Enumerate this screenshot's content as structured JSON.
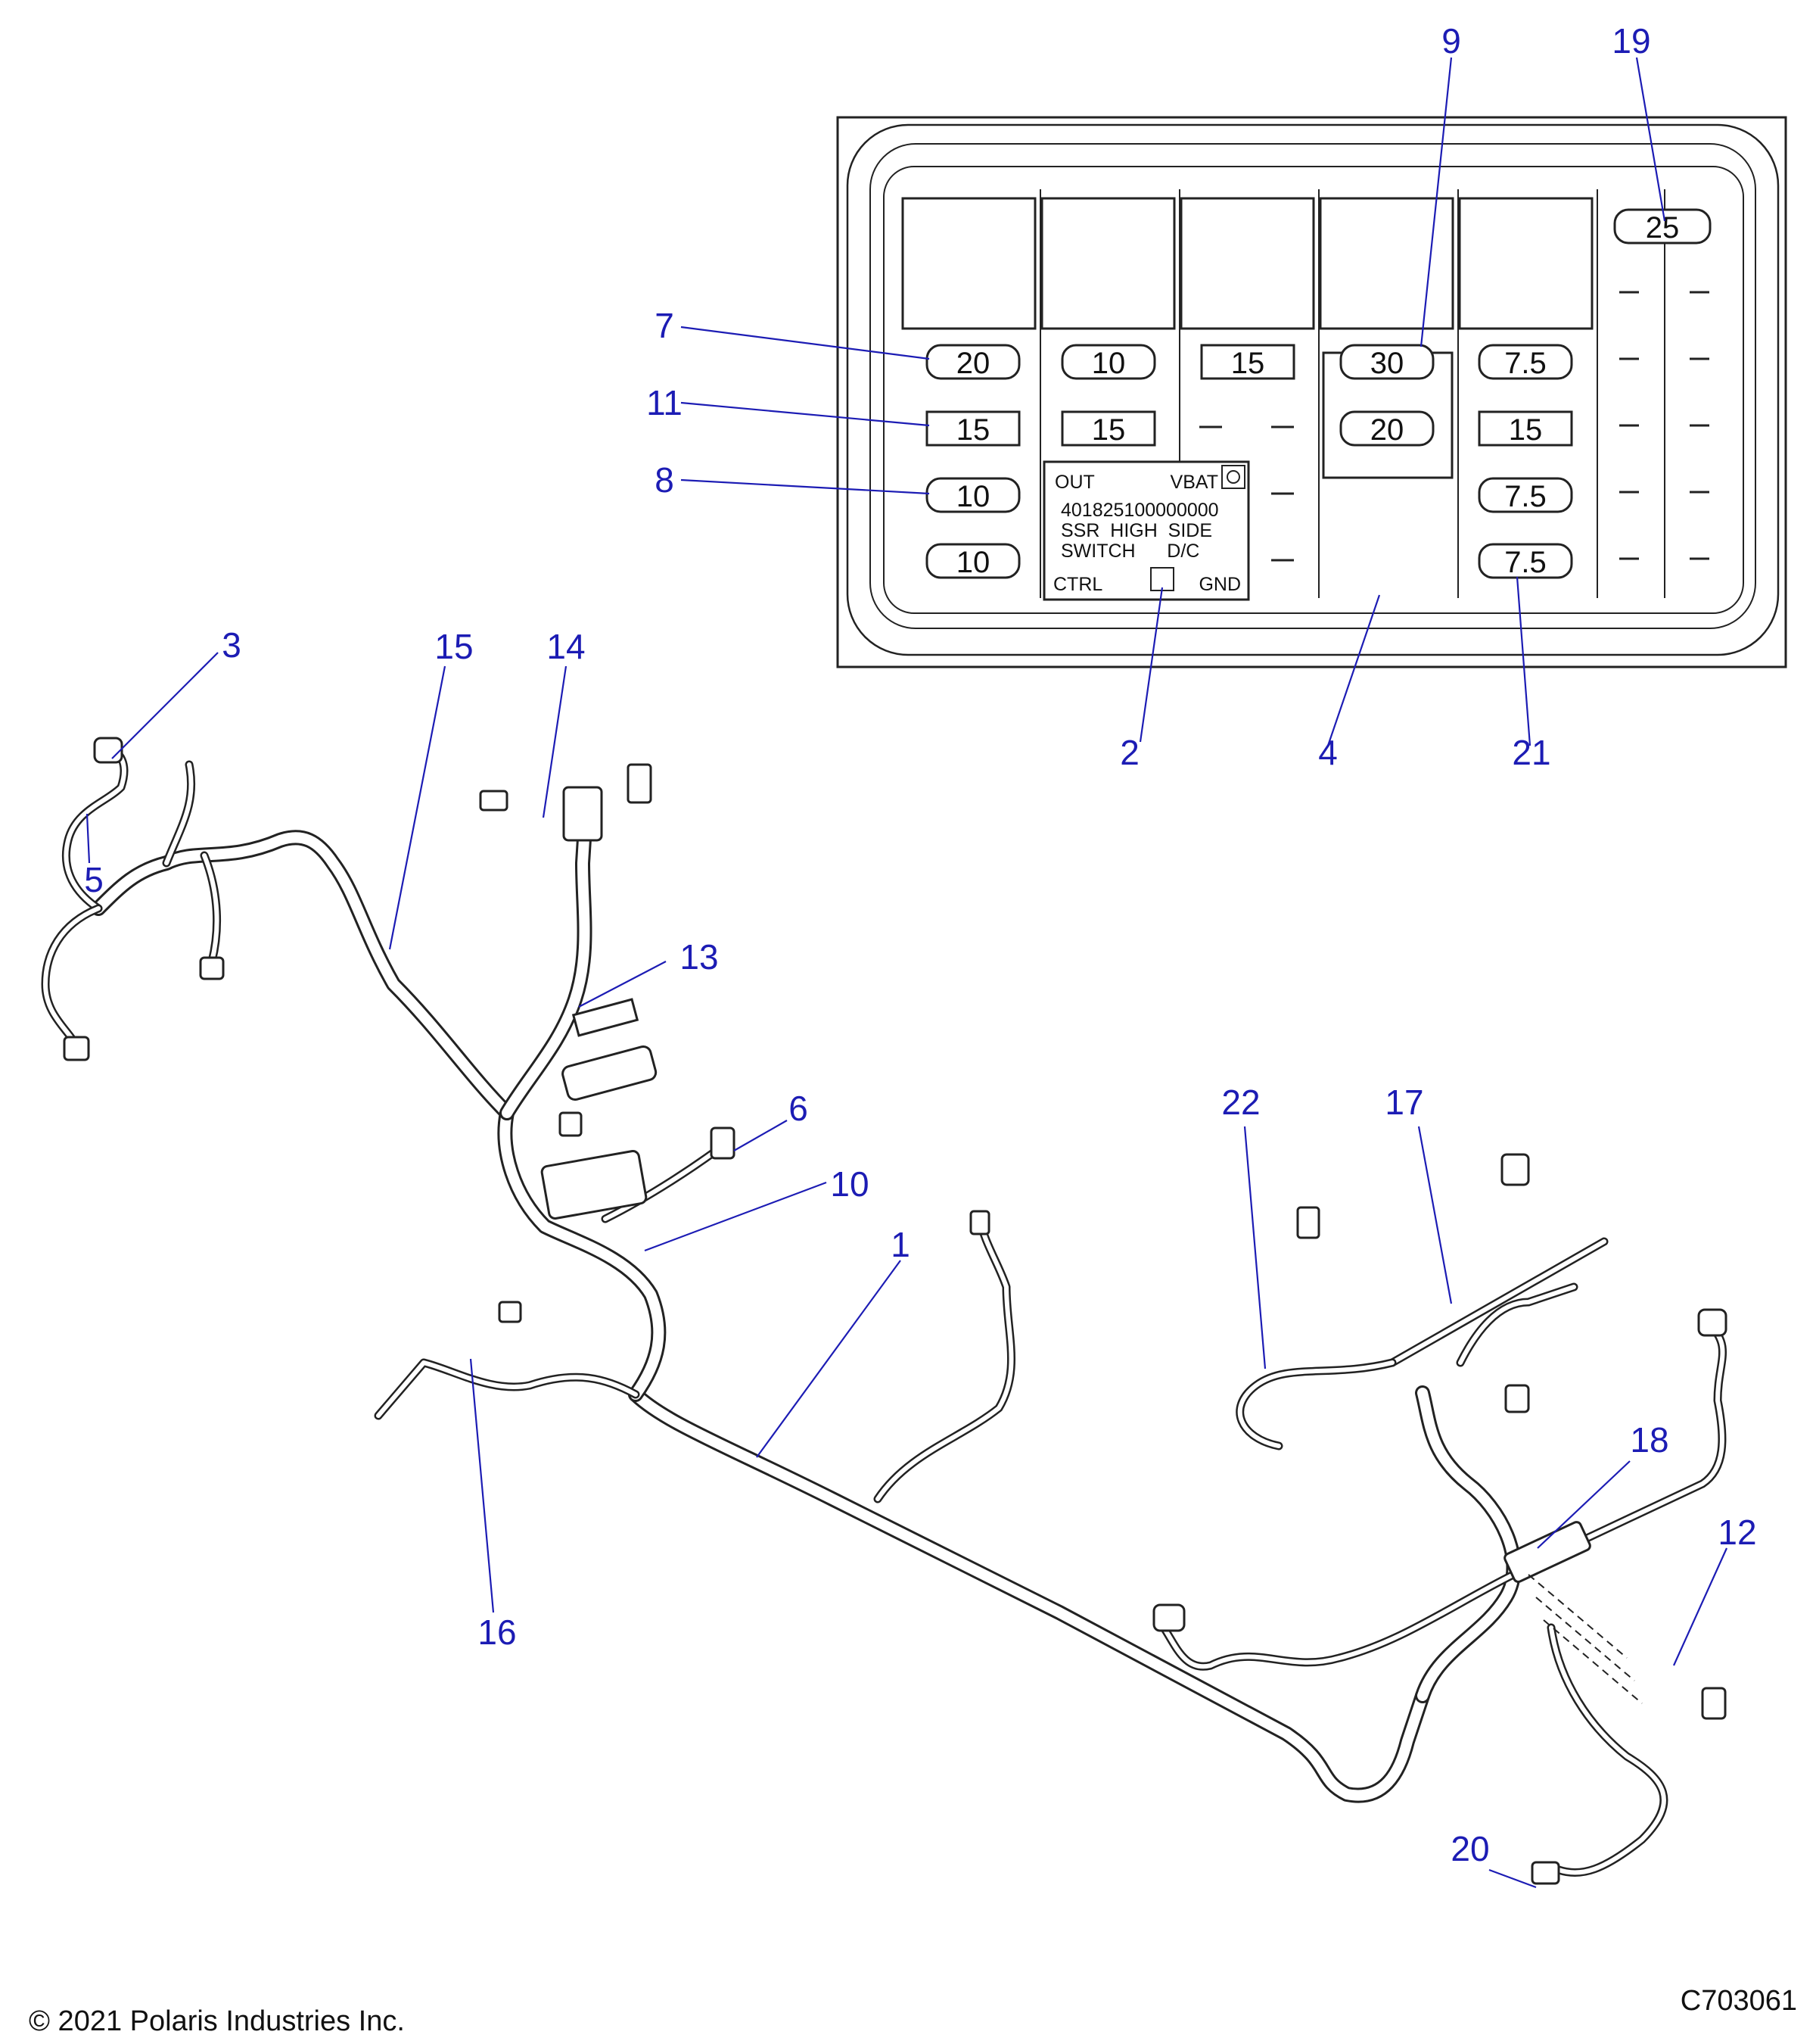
{
  "callouts": [
    {
      "id": "1",
      "text": "1"
    },
    {
      "id": "2",
      "text": "2"
    },
    {
      "id": "3",
      "text": "3"
    },
    {
      "id": "4",
      "text": "4"
    },
    {
      "id": "5",
      "text": "5"
    },
    {
      "id": "6",
      "text": "6"
    },
    {
      "id": "7",
      "text": "7"
    },
    {
      "id": "8",
      "text": "8"
    },
    {
      "id": "9",
      "text": "9"
    },
    {
      "id": "10",
      "text": "10"
    },
    {
      "id": "11",
      "text": "11"
    },
    {
      "id": "12",
      "text": "12"
    },
    {
      "id": "13",
      "text": "13"
    },
    {
      "id": "14",
      "text": "14"
    },
    {
      "id": "15",
      "text": "15"
    },
    {
      "id": "16",
      "text": "16"
    },
    {
      "id": "17",
      "text": "17"
    },
    {
      "id": "18",
      "text": "18"
    },
    {
      "id": "19",
      "text": "19"
    },
    {
      "id": "20",
      "text": "20"
    },
    {
      "id": "21",
      "text": "21"
    },
    {
      "id": "22",
      "text": "22"
    }
  ],
  "fuse_box": {
    "row1": [
      "20",
      "10",
      "15",
      "30",
      "7.5"
    ],
    "row2": [
      "15",
      "15",
      "20",
      "15"
    ],
    "row3": [
      "10",
      "7.5"
    ],
    "row4": [
      "10",
      "7.5"
    ],
    "top_right": "25",
    "module_label": {
      "out": "OUT",
      "vbat": "VBAT",
      "part_number": "401825100000000",
      "line1": "SSR  HIGH  SIDE",
      "line2": "SWITCH      D/C",
      "ctrl": "CTRL",
      "gnd": "GND"
    }
  },
  "footer": {
    "copyright": "© 2021 Polaris Industries Inc.",
    "figure_code": "C703061"
  }
}
